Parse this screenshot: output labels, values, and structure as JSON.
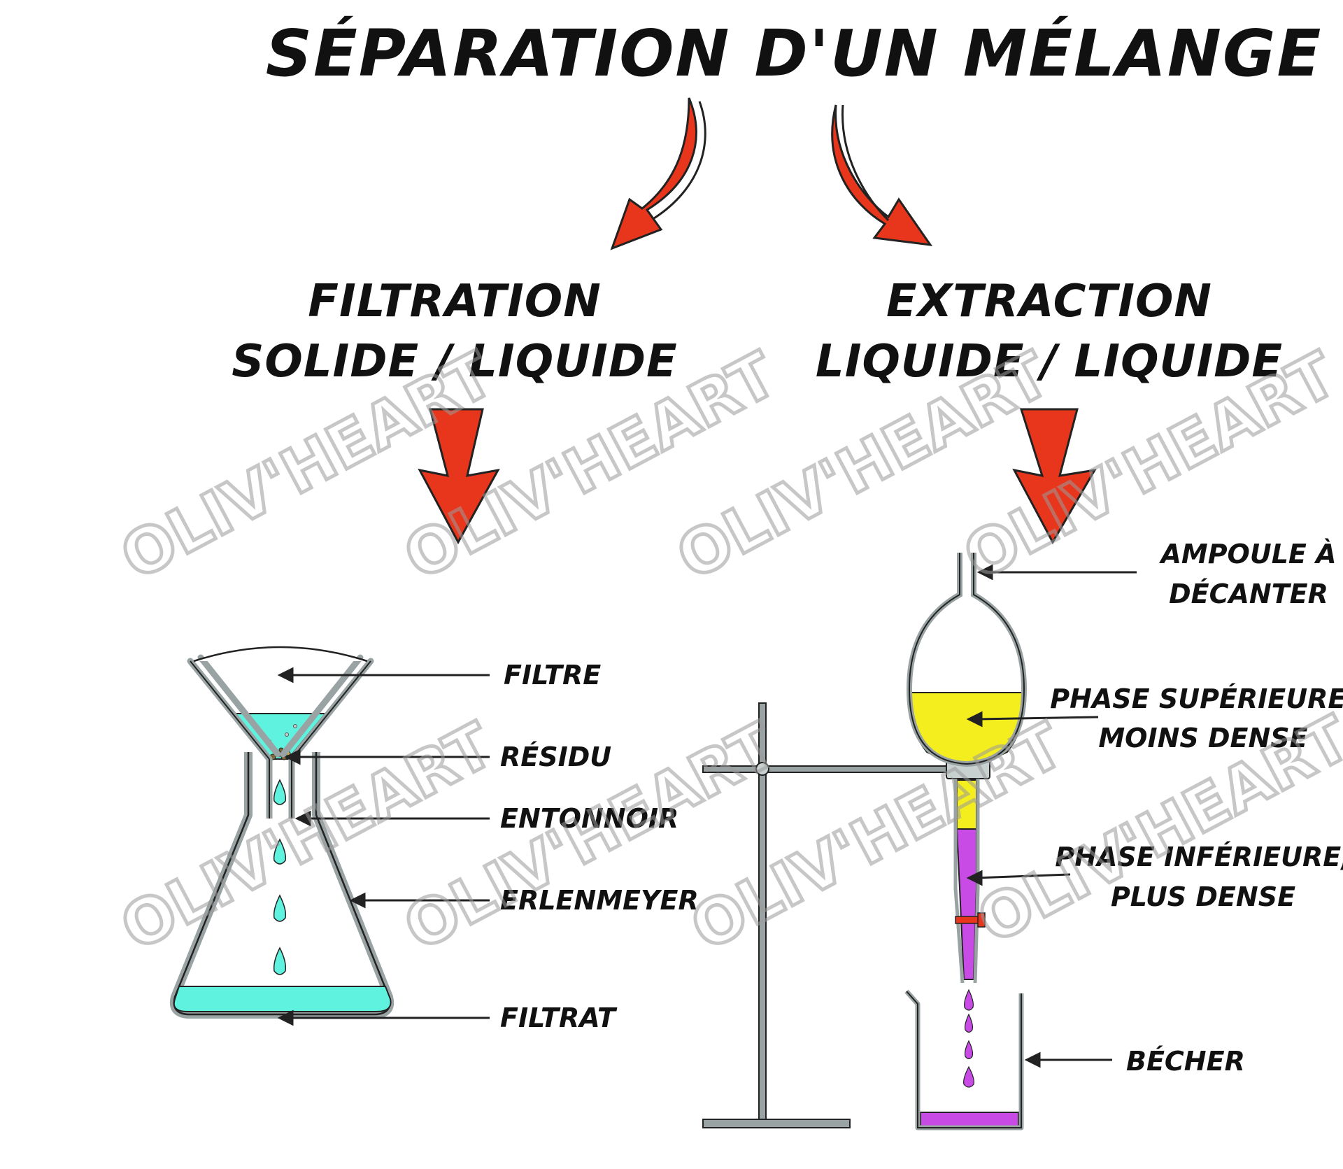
{
  "title": "SÉPARATION D'UN MÉLANGE",
  "methods": {
    "left": {
      "line1": "FILTRATION",
      "line2": "SOLIDE / LIQUIDE"
    },
    "right": {
      "line1": "EXTRACTION",
      "line2": "LIQUIDE / LIQUIDE"
    }
  },
  "filtration_labels": {
    "filtre": "FILTRE",
    "residu": "RÉSIDU",
    "entonnoir": "ENTONNOIR",
    "erlenmeyer": "ERLENMEYER",
    "filtrat": "FILTRAT"
  },
  "extraction_labels": {
    "ampoule_1": "AMPOULE À",
    "ampoule_2": "DÉCANTER",
    "sup_1": "PHASE SUPÉRIEURE,",
    "sup_2": "MOINS DENSE",
    "inf_1": "PHASE INFÉRIEURE,",
    "inf_2": "PLUS DENSE",
    "becher": "BÉCHER"
  },
  "watermark": "OLIV'HEART",
  "colors": {
    "arrow": "#e8361c",
    "filtrate": "#5ff2df",
    "upper_phase": "#f5ee1e",
    "lower_phase": "#c94be6",
    "glass": "#9aa3a3",
    "outline": "#222222"
  }
}
